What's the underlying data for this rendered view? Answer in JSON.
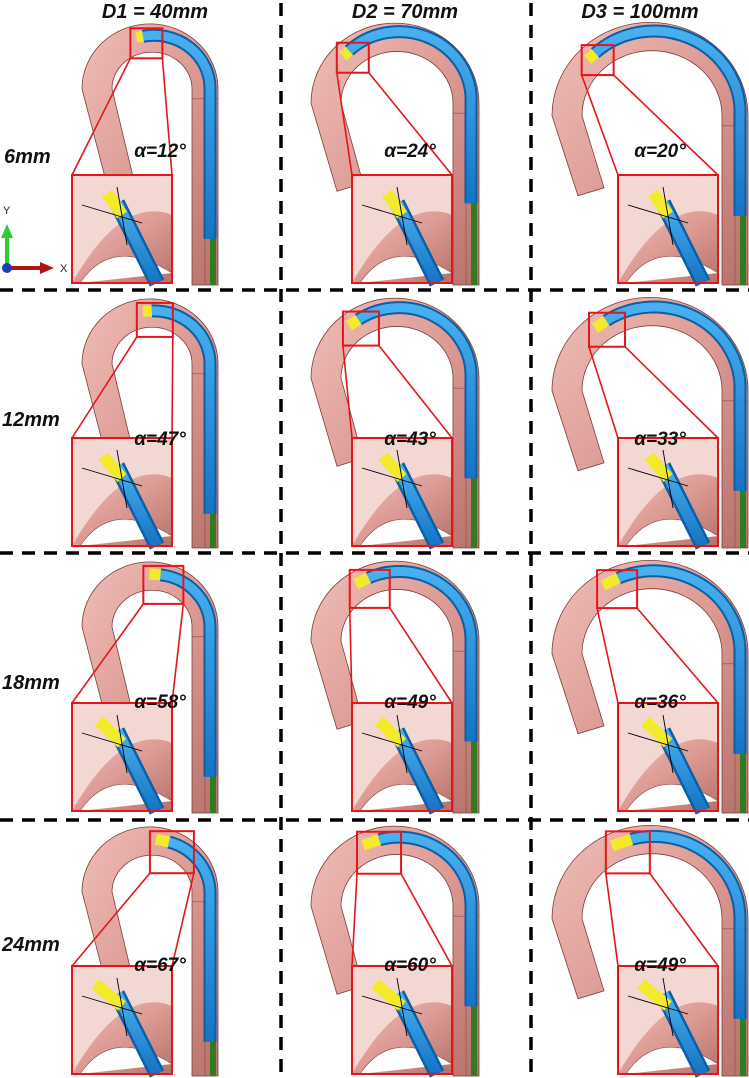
{
  "columns": [
    {
      "label": "D1 = 40mm"
    },
    {
      "label": "D2 = 70mm"
    },
    {
      "label": "D3 = 100mm"
    }
  ],
  "rows": [
    {
      "label": "6mm",
      "angles": [
        "α=12°",
        "α=24°",
        "α=20°"
      ]
    },
    {
      "label": "12mm",
      "angles": [
        "α=47°",
        "α=43°",
        "α=33°"
      ]
    },
    {
      "label": "18mm",
      "angles": [
        "α=58°",
        "α=49°",
        "α=36°"
      ]
    },
    {
      "label": "24mm",
      "angles": [
        "α=67°",
        "α=60°",
        "α=49°"
      ]
    }
  ],
  "axes": {
    "y": "Y",
    "x": "X"
  },
  "colors": {
    "pipe": "#e0a39d",
    "pipe_shade": "#b8716c",
    "cable": "#1e8fdc",
    "cable_dark": "#0b5fa3",
    "contact": "#f2ea2a",
    "support": "#2f7d1f",
    "box": "#e4161c",
    "divider": "#000000",
    "axis_y": "#2ecc2e",
    "axis_x": "#b01515",
    "origin": "#1a3faa"
  }
}
